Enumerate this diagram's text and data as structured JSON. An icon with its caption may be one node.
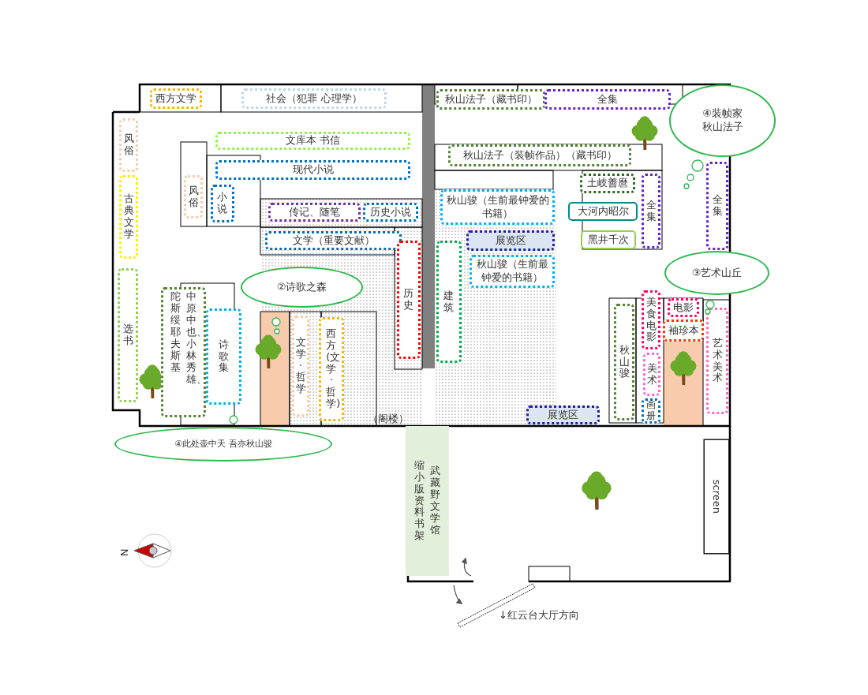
{
  "diagram": {
    "nodes": [
      {
        "text": [
          "西方文学"
        ]
      },
      {
        "text": [
          "社会（犯罪 心理学）"
        ]
      },
      {
        "text": [
          "秋山法子（藏书印）"
        ]
      },
      {
        "text": [
          "全集"
        ]
      },
      {
        "text": [
          "风俗"
        ]
      },
      {
        "text": [
          "古典文学"
        ]
      },
      {
        "text": [
          "选书"
        ]
      },
      {
        "text": [
          "文库本 书信"
        ]
      },
      {
        "text": [
          "现代小说"
        ]
      },
      {
        "text": [
          "风俗"
        ]
      },
      {
        "text": [
          "小说"
        ]
      },
      {
        "text": [
          "传记、随笔"
        ]
      },
      {
        "text": [
          "历史小说"
        ]
      },
      {
        "text": [
          "文学（重要文献）"
        ]
      },
      {
        "text": [
          "历史"
        ]
      },
      {
        "text": [
          "建筑"
        ]
      },
      {
        "text": [
          "秋山骏（生前最钟爱的书籍）"
        ]
      },
      {
        "text": [
          "展览区"
        ]
      },
      {
        "text": [
          "秋山骏（生前最钟爱的书籍）"
        ]
      },
      {
        "text": [
          "秋山法子（装帧作品）（藏书印）"
        ]
      },
      {
        "text": [
          "土岐善麿"
        ]
      },
      {
        "text": [
          "大河内昭尔"
        ]
      },
      {
        "text": [
          "黑井千次"
        ]
      },
      {
        "text": [
          "全集"
        ]
      },
      {
        "text": [
          "全集"
        ]
      },
      {
        "text": [
          "④装帧家秋山法子"
        ]
      },
      {
        "text": [
          "③艺术山丘"
        ]
      },
      {
        "text": [
          "②诗歌之森"
        ]
      },
      {
        "text": [
          "④此处壶中天 吾亦秋山骏"
        ]
      },
      {
        "text": [
          "陀斯绥耶夫斯基",
          "中原中也、小林秀雄、"
        ]
      },
      {
        "text": [
          "诗歌集"
        ]
      },
      {
        "text": [
          "文学·哲学"
        ]
      },
      {
        "text": [
          "西方(文学·哲学)"
        ]
      },
      {
        "text": [
          "秋山骏"
        ]
      },
      {
        "text": [
          "美食电影"
        ]
      },
      {
        "text": [
          "电影"
        ]
      },
      {
        "text": [
          "袖珍本"
        ]
      },
      {
        "text": [
          "美术"
        ]
      },
      {
        "text": [
          "画册"
        ]
      },
      {
        "text": [
          "艺术美术"
        ]
      },
      {
        "text": [
          "展览区"
        ]
      },
      {
        "text": [
          "缩小版资料书架",
          "武藏野文学馆"
        ]
      },
      {
        "text": [
          "screen"
        ]
      }
    ],
    "labels": [
      "（阁楼）",
      "↓红云台大厅方向",
      "N"
    ]
  }
}
